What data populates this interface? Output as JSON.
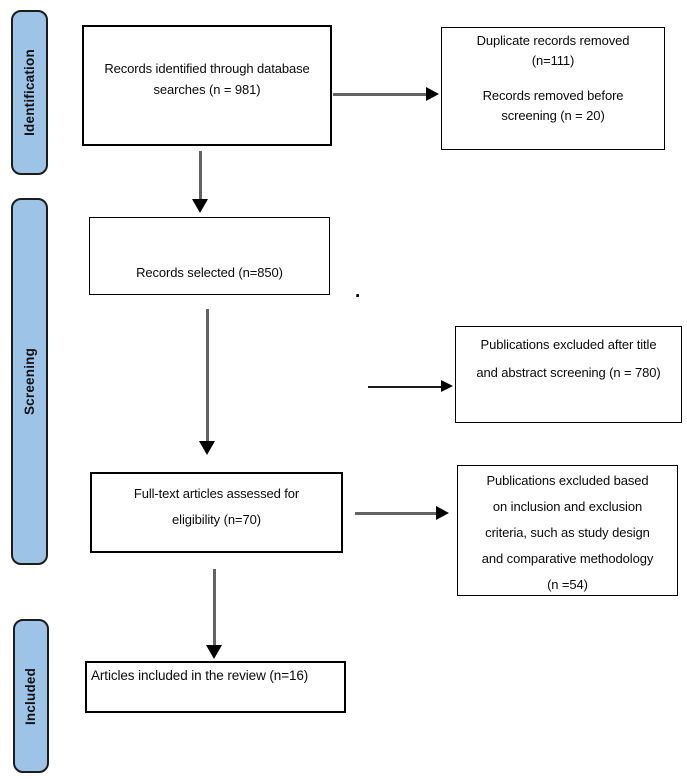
{
  "stages": [
    {
      "id": "identification",
      "label": "Identification"
    },
    {
      "id": "screening",
      "label": "Screening"
    },
    {
      "id": "included",
      "label": "Included"
    }
  ],
  "boxes": {
    "records_identified": {
      "lines": [
        "Records identified through database",
        "searches (n = 981)"
      ],
      "n": 981
    },
    "duplicates_removed": {
      "lines": [
        "Duplicate records removed",
        "(n=111)",
        "Records removed before",
        "screening (n = 20)"
      ],
      "n_duplicates": 111,
      "n_removed_before_screening": 20
    },
    "records_selected": {
      "lines": [
        "Records selected (n=850)"
      ],
      "n": 850
    },
    "excluded_title_abstract": {
      "lines": [
        "Publications excluded after title",
        "and abstract screening (n = 780)"
      ],
      "n": 780
    },
    "fulltext_assessed": {
      "lines": [
        "Full-text articles assessed for",
        "eligibility (n=70)"
      ],
      "n": 70
    },
    "excluded_criteria": {
      "lines": [
        "Publications excluded based",
        "on inclusion and exclusion",
        "criteria, such as study design",
        "and comparative methodology",
        "(n =54)"
      ],
      "n": 54
    },
    "articles_included": {
      "lines": [
        "Articles included in the review (n=16)"
      ],
      "n": 16
    }
  },
  "stray_text": ".",
  "colors": {
    "stage_fill": "#9DC3E6",
    "stage_border": "#1c1c1c",
    "box_border": "#000000",
    "arrow_line": "#636363",
    "arrow_head": "#000000",
    "text": "#000000",
    "background": "#ffffff"
  }
}
